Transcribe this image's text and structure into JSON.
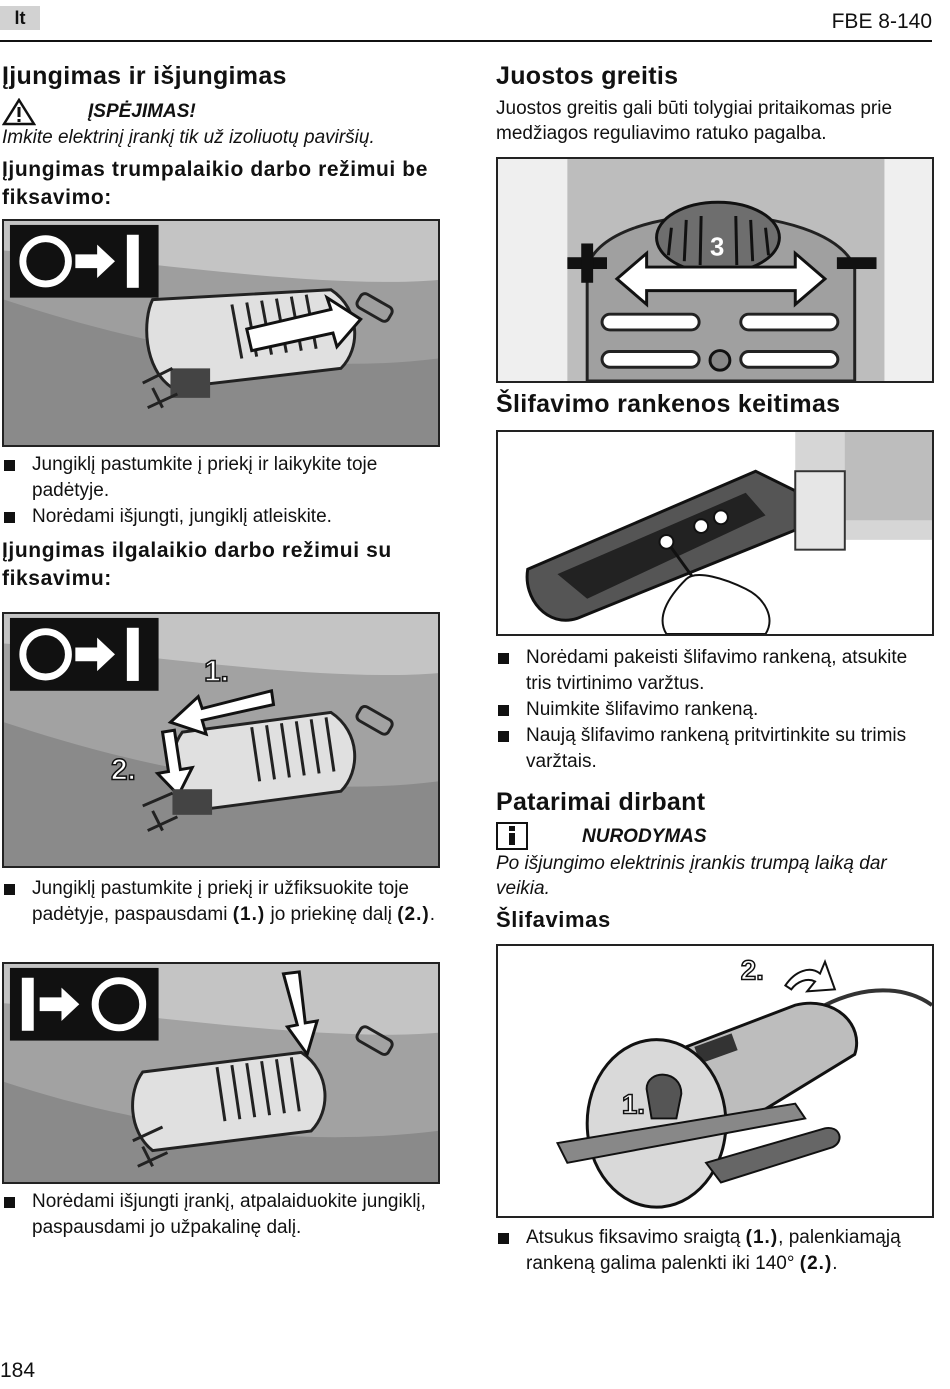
{
  "header": {
    "lang": "lt",
    "model": "FBE 8-140"
  },
  "left": {
    "section_title": "Įjungimas ir išjungimas",
    "warning_label": "ĮSPĖJIMAS!",
    "warning_text": "Imkite elektrinį įrankį tik už izoliuotų paviršių.",
    "subtitle_momentary": "Įjungimas trumpalaikio darbo režimui be fiksavimo:",
    "bullets_momentary": [
      "Jungiklį pastumkite į priekį ir laikykite toje padėtyje.",
      "Norėdami išjungti, jungiklį atleiskite."
    ],
    "subtitle_continuous": "Įjungimas ilgalaikio darbo režimui su fiksavimu:",
    "bullet_continuous": {
      "text_a": "Jungiklį pastumkite į priekį ir užfiksuokite toje padėtyje, paspausdami ",
      "ref1": "(1.)",
      "text_b": " jo priekinę dalį ",
      "ref2": "(2.)",
      "text_c": "."
    },
    "bullet_off": "Norėdami išjungti įrankį, atpalaiduokite jungiklį, paspausdami jo užpakalinę dalį.",
    "fig_labels": {
      "step1": "1.",
      "step2": "2."
    }
  },
  "right": {
    "speed_title": "Juostos greitis",
    "speed_text": "Juostos greitis gali būti tolygiai pritaikomas prie medžiagos reguliavimo ratuko  pagalba.",
    "dial_value": "3",
    "arm_title": "Šlifavimo rankenos keitimas",
    "arm_bullets": [
      "Norėdami pakeisti šlifavimo rankeną, atsukite tris tvirtinimo varžtus.",
      "Nuimkite šlifavimo rankeną.",
      "Naują šlifavimo rankeną pritvirtinkite su trimis varžtais."
    ],
    "tips_title": "Patarimai dirbant",
    "note_label": "NURODYMAS",
    "note_text": "Po išjungimo elektrinis įrankis trumpą laiką dar veikia.",
    "grinding_title": "Šlifavimas",
    "grinding_bullet": {
      "text_a": "Atsukus fiksavimo sraigtą ",
      "ref1": "(1.)",
      "text_b": ", palenkiamąją rankeną galima palenkti iki 140° ",
      "ref2": "(2.)",
      "text_c": "."
    },
    "fig_labels": {
      "step1": "1.",
      "step2": "2."
    }
  },
  "footer": {
    "page_number": "184"
  }
}
